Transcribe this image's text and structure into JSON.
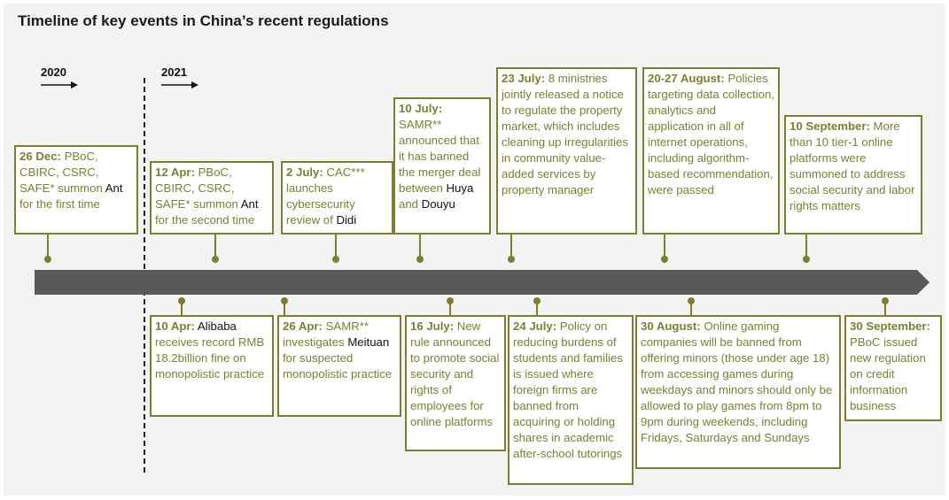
{
  "title": "Timeline of key events in China’s recent regulations",
  "years": [
    {
      "label": "2020"
    },
    {
      "label": "2021"
    }
  ],
  "accent_color": "#7d7f2e",
  "bar_color": "#595959",
  "events_top": [
    {
      "date": "26 Dec:",
      "text_pre": " PBoC, CBIRC, CSRC, SAFE* summon ",
      "entity": "Ant",
      "text_post": " for the first time"
    },
    {
      "date": "12 Apr:",
      "text_pre": " PBoC, CBIRC, CSRC, SAFE* summon ",
      "entity": "Ant",
      "text_post": " for the second time"
    },
    {
      "date": "2 July:",
      "text_pre": " CAC*** launches cybersecurity review of ",
      "entity": "Didi",
      "text_post": ""
    },
    {
      "date": "10 July:",
      "text_pre": " SAMR** announced that it has banned the merger deal between ",
      "entity": "Huya",
      "text_mid": " and ",
      "entity2": "Douyu",
      "text_post": ""
    },
    {
      "date": "23 July:",
      "text_pre": " 8 ministries jointly released a notice to regulate the property market, which includes cleaning up irregularities in community value-added services by property manager",
      "entity": "",
      "text_post": ""
    },
    {
      "date": "20-27 August:",
      "text_pre": " Policies targeting data collection, analytics and application in all of internet operations, including algorithm-based recommendation, were passed",
      "entity": "",
      "text_post": ""
    },
    {
      "date": "10 September:",
      "text_pre": " More than 10 tier-1 online platforms were summoned to address social security and labor rights matters",
      "entity": "",
      "text_post": ""
    }
  ],
  "events_bottom": [
    {
      "date": "10 Apr:",
      "text_pre": " ",
      "entity": "Alibaba",
      "text_post": " receives record RMB 18.2billion fine on monopolistic practice"
    },
    {
      "date": "26 Apr:",
      "text_pre": " SAMR** investigates ",
      "entity": "Meituan",
      "text_post": " for suspected monopolistic practice"
    },
    {
      "date": "16 July:",
      "text_pre": " New rule announced to promote social security and rights of employees for online platforms",
      "entity": "",
      "text_post": ""
    },
    {
      "date": "24 July:",
      "text_pre": " Policy on reducing burdens of students and families is issued where foreign firms are banned from acquiring or holding shares in academic after-school tutorings",
      "entity": "",
      "text_post": ""
    },
    {
      "date": "30 August:",
      "text_pre": " Online gaming companies will be banned from offering minors (those under age 18) from accessing games during weekdays and minors should only be allowed to play games from 8pm to 9pm during weekends, including Fridays, Saturdays and Sundays",
      "entity": "",
      "text_post": ""
    },
    {
      "date": "30 September:",
      "text_pre": " PBoC issued new regulation on credit information business",
      "entity": "",
      "text_post": ""
    }
  ]
}
